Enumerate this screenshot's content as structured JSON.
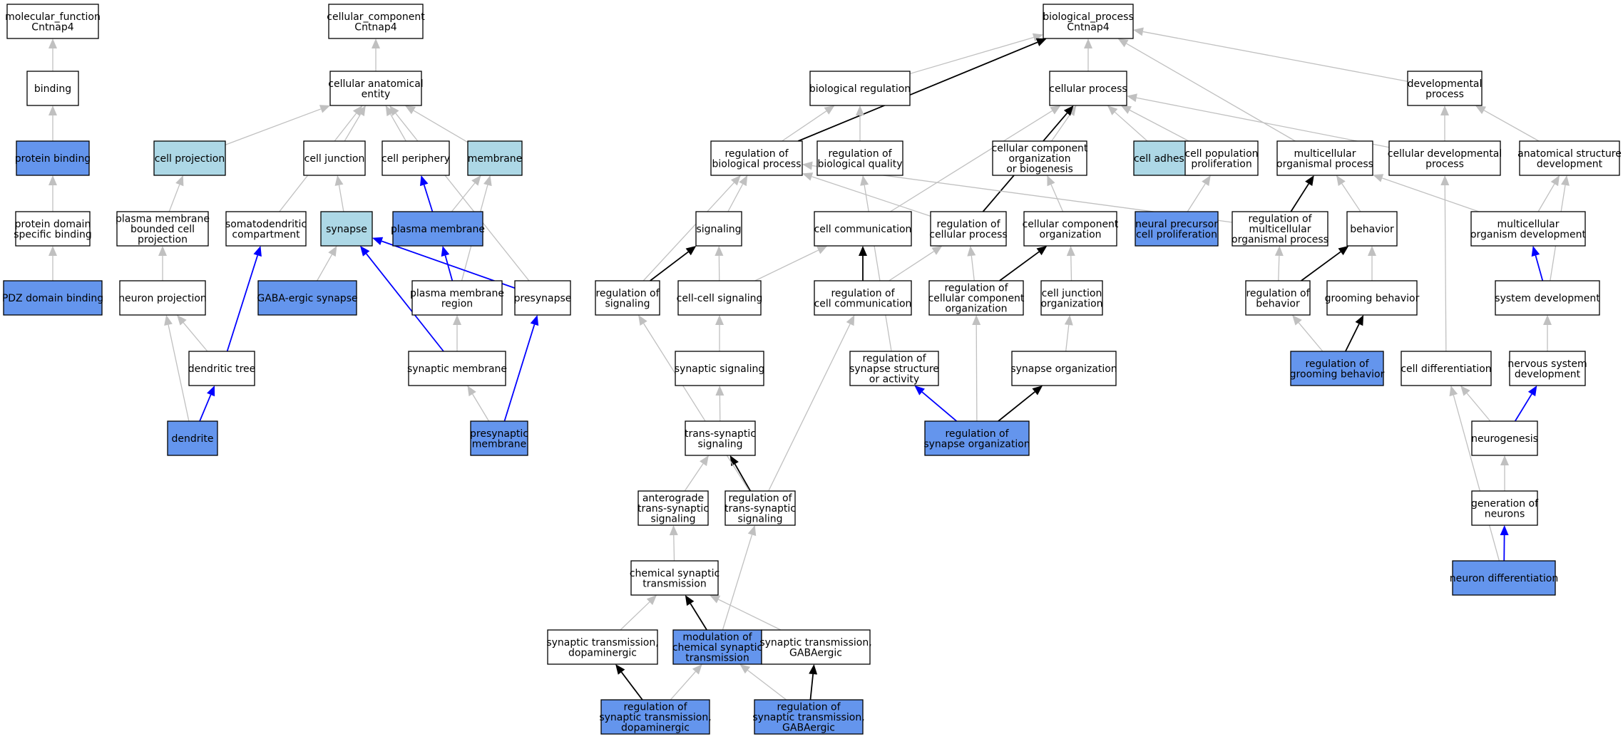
{
  "colors": {
    "default": "#ffffff",
    "annotated": "#6495ed",
    "related": "#add8e6",
    "edge_is_a": "#c0c0c0",
    "edge_part_of": "#0000ff",
    "edge_regulates": "#000000"
  },
  "nodes": [
    {
      "id": "mf",
      "lines": [
        "molecular_function",
        "Cntnap4"
      ],
      "kind": "default"
    },
    {
      "id": "binding",
      "lines": [
        "binding"
      ],
      "kind": "default"
    },
    {
      "id": "protein_binding",
      "lines": [
        "protein binding"
      ],
      "kind": "annotated"
    },
    {
      "id": "protein_domain_binding",
      "lines": [
        "protein domain",
        "specific binding"
      ],
      "kind": "default"
    },
    {
      "id": "pdz_binding",
      "lines": [
        "PDZ domain binding"
      ],
      "kind": "annotated"
    },
    {
      "id": "cc",
      "lines": [
        "cellular_component",
        "Cntnap4"
      ],
      "kind": "default"
    },
    {
      "id": "cae",
      "lines": [
        "cellular anatomical",
        "entity"
      ],
      "kind": "default"
    },
    {
      "id": "cell_projection",
      "lines": [
        "cell projection"
      ],
      "kind": "related"
    },
    {
      "id": "cell_junction",
      "lines": [
        "cell junction"
      ],
      "kind": "default"
    },
    {
      "id": "cell_periphery",
      "lines": [
        "cell periphery"
      ],
      "kind": "default"
    },
    {
      "id": "membrane",
      "lines": [
        "membrane"
      ],
      "kind": "related"
    },
    {
      "id": "pm_bounded",
      "lines": [
        "plasma membrane",
        "bounded cell",
        "projection"
      ],
      "kind": "default"
    },
    {
      "id": "somatodendritic",
      "lines": [
        "somatodendritic",
        "compartment"
      ],
      "kind": "default"
    },
    {
      "id": "synapse",
      "lines": [
        "synapse"
      ],
      "kind": "related"
    },
    {
      "id": "plasma_membrane",
      "lines": [
        "plasma membrane"
      ],
      "kind": "annotated"
    },
    {
      "id": "neuron_projection",
      "lines": [
        "neuron projection"
      ],
      "kind": "default"
    },
    {
      "id": "gaba_synapse",
      "lines": [
        "GABA-ergic synapse"
      ],
      "kind": "annotated"
    },
    {
      "id": "pm_region",
      "lines": [
        "plasma membrane",
        "region"
      ],
      "kind": "default"
    },
    {
      "id": "presynapse",
      "lines": [
        "presynapse"
      ],
      "kind": "default"
    },
    {
      "id": "dendritic_tree",
      "lines": [
        "dendritic tree"
      ],
      "kind": "default"
    },
    {
      "id": "synaptic_membrane",
      "lines": [
        "synaptic membrane"
      ],
      "kind": "default"
    },
    {
      "id": "dendrite",
      "lines": [
        "dendrite"
      ],
      "kind": "annotated"
    },
    {
      "id": "presyn_membrane",
      "lines": [
        "presynaptic",
        "membrane"
      ],
      "kind": "annotated"
    },
    {
      "id": "bp",
      "lines": [
        "biological_process",
        "Cntnap4"
      ],
      "kind": "default"
    },
    {
      "id": "bio_reg",
      "lines": [
        "biological regulation"
      ],
      "kind": "default"
    },
    {
      "id": "cell_process",
      "lines": [
        "cellular process"
      ],
      "kind": "default"
    },
    {
      "id": "dev_process",
      "lines": [
        "developmental",
        "process"
      ],
      "kind": "default"
    },
    {
      "id": "reg_bio_process",
      "lines": [
        "regulation of",
        "biological process"
      ],
      "kind": "default"
    },
    {
      "id": "reg_bio_quality",
      "lines": [
        "regulation of",
        "biological quality"
      ],
      "kind": "default"
    },
    {
      "id": "cc_org_bio",
      "lines": [
        "cellular component",
        "organization",
        "or biogenesis"
      ],
      "kind": "default"
    },
    {
      "id": "cell_adhesion",
      "lines": [
        "cell adhesion"
      ],
      "kind": "related"
    },
    {
      "id": "cell_pop_prolif",
      "lines": [
        "cell population",
        "proliferation"
      ],
      "kind": "default"
    },
    {
      "id": "multicell_process",
      "lines": [
        "multicellular",
        "organismal process"
      ],
      "kind": "default"
    },
    {
      "id": "cell_dev_process",
      "lines": [
        "cellular developmental",
        "process"
      ],
      "kind": "default"
    },
    {
      "id": "anat_struct_dev",
      "lines": [
        "anatomical structure",
        "development"
      ],
      "kind": "default"
    },
    {
      "id": "signaling",
      "lines": [
        "signaling"
      ],
      "kind": "default"
    },
    {
      "id": "cell_comm",
      "lines": [
        "cell communication"
      ],
      "kind": "default"
    },
    {
      "id": "reg_cell_process",
      "lines": [
        "regulation of",
        "cellular process"
      ],
      "kind": "default"
    },
    {
      "id": "cc_org",
      "lines": [
        "cellular component",
        "organization"
      ],
      "kind": "default"
    },
    {
      "id": "neural_prec_prolif",
      "lines": [
        "neural precursor",
        "cell proliferation"
      ],
      "kind": "annotated"
    },
    {
      "id": "reg_multicell",
      "lines": [
        "regulation of",
        "multicellular",
        "organismal process"
      ],
      "kind": "default"
    },
    {
      "id": "behavior",
      "lines": [
        "behavior"
      ],
      "kind": "default"
    },
    {
      "id": "multicell_org_dev",
      "lines": [
        "multicellular",
        "organism development"
      ],
      "kind": "default"
    },
    {
      "id": "reg_signaling",
      "lines": [
        "regulation of",
        "signaling"
      ],
      "kind": "default"
    },
    {
      "id": "cell_cell_signaling",
      "lines": [
        "cell-cell signaling"
      ],
      "kind": "default"
    },
    {
      "id": "reg_cell_comm",
      "lines": [
        "regulation of",
        "cell communication"
      ],
      "kind": "default"
    },
    {
      "id": "reg_cc_org",
      "lines": [
        "regulation of",
        "cellular component",
        "organization"
      ],
      "kind": "default"
    },
    {
      "id": "cell_junction_org",
      "lines": [
        "cell junction",
        "organization"
      ],
      "kind": "default"
    },
    {
      "id": "reg_behavior",
      "lines": [
        "regulation of",
        "behavior"
      ],
      "kind": "default"
    },
    {
      "id": "grooming",
      "lines": [
        "grooming behavior"
      ],
      "kind": "default"
    },
    {
      "id": "system_dev",
      "lines": [
        "system development"
      ],
      "kind": "default"
    },
    {
      "id": "synaptic_signaling",
      "lines": [
        "synaptic signaling"
      ],
      "kind": "default"
    },
    {
      "id": "reg_syn_struct",
      "lines": [
        "regulation of",
        "synapse structure",
        "or activity"
      ],
      "kind": "default"
    },
    {
      "id": "synapse_org",
      "lines": [
        "synapse organization"
      ],
      "kind": "default"
    },
    {
      "id": "reg_grooming",
      "lines": [
        "regulation of",
        "grooming behavior"
      ],
      "kind": "annotated"
    },
    {
      "id": "cell_diff",
      "lines": [
        "cell differentiation"
      ],
      "kind": "default"
    },
    {
      "id": "ns_dev",
      "lines": [
        "nervous system",
        "development"
      ],
      "kind": "default"
    },
    {
      "id": "trans_syn_signaling",
      "lines": [
        "trans-synaptic",
        "signaling"
      ],
      "kind": "default"
    },
    {
      "id": "reg_syn_org",
      "lines": [
        "regulation of",
        "synapse organization"
      ],
      "kind": "annotated"
    },
    {
      "id": "neurogenesis",
      "lines": [
        "neurogenesis"
      ],
      "kind": "default"
    },
    {
      "id": "antero",
      "lines": [
        "anterograde",
        "trans-synaptic",
        "signaling"
      ],
      "kind": "default"
    },
    {
      "id": "reg_trans_syn",
      "lines": [
        "regulation of",
        "trans-synaptic",
        "signaling"
      ],
      "kind": "default"
    },
    {
      "id": "gen_neurons",
      "lines": [
        "generation of",
        "neurons"
      ],
      "kind": "default"
    },
    {
      "id": "chem_syn",
      "lines": [
        "chemical synaptic",
        "transmission"
      ],
      "kind": "default"
    },
    {
      "id": "neuron_diff",
      "lines": [
        "neuron differentiation"
      ],
      "kind": "annotated"
    },
    {
      "id": "syn_dopa",
      "lines": [
        "synaptic transmission,",
        "dopaminergic"
      ],
      "kind": "default"
    },
    {
      "id": "mod_chem_syn",
      "lines": [
        "modulation of",
        "chemical synaptic",
        "transmission"
      ],
      "kind": "annotated"
    },
    {
      "id": "syn_gaba",
      "lines": [
        "synaptic transmission,",
        "GABAergic"
      ],
      "kind": "default"
    },
    {
      "id": "reg_syn_dopa",
      "lines": [
        "regulation of",
        "synaptic transmission,",
        "dopaminergic"
      ],
      "kind": "annotated"
    },
    {
      "id": "reg_syn_gaba",
      "lines": [
        "regulation of",
        "synaptic transmission,",
        "GABAergic"
      ],
      "kind": "annotated"
    }
  ],
  "edges": [
    {
      "from": "binding",
      "to": "mf",
      "type": "is_a"
    },
    {
      "from": "protein_binding",
      "to": "binding",
      "type": "is_a"
    },
    {
      "from": "protein_domain_binding",
      "to": "protein_binding",
      "type": "is_a"
    },
    {
      "from": "pdz_binding",
      "to": "protein_domain_binding",
      "type": "is_a"
    },
    {
      "from": "cae",
      "to": "cc",
      "type": "is_a"
    },
    {
      "from": "cell_projection",
      "to": "cae",
      "type": "is_a"
    },
    {
      "from": "cell_junction",
      "to": "cae",
      "type": "is_a"
    },
    {
      "from": "cell_periphery",
      "to": "cae",
      "type": "is_a"
    },
    {
      "from": "membrane",
      "to": "cae",
      "type": "is_a"
    },
    {
      "from": "somatodendritic",
      "to": "cae",
      "type": "is_a"
    },
    {
      "from": "presynapse",
      "to": "cae",
      "type": "is_a"
    },
    {
      "from": "pm_bounded",
      "to": "cell_projection",
      "type": "is_a"
    },
    {
      "from": "synapse",
      "to": "cell_junction",
      "type": "is_a"
    },
    {
      "from": "plasma_membrane",
      "to": "cell_periphery",
      "type": "part_of"
    },
    {
      "from": "plasma_membrane",
      "to": "membrane",
      "type": "is_a"
    },
    {
      "from": "pm_region",
      "to": "membrane",
      "type": "is_a"
    },
    {
      "from": "neuron_projection",
      "to": "pm_bounded",
      "type": "is_a"
    },
    {
      "from": "gaba_synapse",
      "to": "synapse",
      "type": "is_a"
    },
    {
      "from": "pm_region",
      "to": "plasma_membrane",
      "type": "part_of"
    },
    {
      "from": "presynapse",
      "to": "synapse",
      "type": "part_of"
    },
    {
      "from": "dendritic_tree",
      "to": "neuron_projection",
      "type": "is_a"
    },
    {
      "from": "dendritic_tree",
      "to": "somatodendritic",
      "type": "part_of"
    },
    {
      "from": "synaptic_membrane",
      "to": "pm_region",
      "type": "is_a"
    },
    {
      "from": "synaptic_membrane",
      "to": "synapse",
      "type": "part_of"
    },
    {
      "from": "dendrite",
      "to": "dendritic_tree",
      "type": "part_of"
    },
    {
      "from": "dendrite",
      "to": "neuron_projection",
      "type": "is_a"
    },
    {
      "from": "presyn_membrane",
      "to": "synaptic_membrane",
      "type": "is_a"
    },
    {
      "from": "presyn_membrane",
      "to": "presynapse",
      "type": "part_of"
    },
    {
      "from": "bio_reg",
      "to": "bp",
      "type": "is_a"
    },
    {
      "from": "cell_process",
      "to": "bp",
      "type": "is_a"
    },
    {
      "from": "dev_process",
      "to": "bp",
      "type": "is_a"
    },
    {
      "from": "multicell_process",
      "to": "bp",
      "type": "is_a"
    },
    {
      "from": "reg_bio_process",
      "to": "bp",
      "type": "regulates"
    },
    {
      "from": "reg_bio_process",
      "to": "bio_reg",
      "type": "is_a"
    },
    {
      "from": "reg_bio_quality",
      "to": "bio_reg",
      "type": "is_a"
    },
    {
      "from": "cc_org_bio",
      "to": "cell_process",
      "type": "is_a"
    },
    {
      "from": "cell_adhesion",
      "to": "cell_process",
      "type": "is_a"
    },
    {
      "from": "cell_pop_prolif",
      "to": "cell_process",
      "type": "is_a"
    },
    {
      "from": "cell_dev_process",
      "to": "cell_process",
      "type": "is_a"
    },
    {
      "from": "cell_comm",
      "to": "cell_process",
      "type": "is_a"
    },
    {
      "from": "reg_cell_process",
      "to": "cell_process",
      "type": "regulates"
    },
    {
      "from": "cell_dev_process",
      "to": "dev_process",
      "type": "is_a"
    },
    {
      "from": "anat_struct_dev",
      "to": "dev_process",
      "type": "is_a"
    },
    {
      "from": "signaling",
      "to": "reg_bio_process",
      "type": "is_a"
    },
    {
      "from": "reg_cell_process",
      "to": "reg_bio_process",
      "type": "is_a"
    },
    {
      "from": "reg_multicell",
      "to": "reg_bio_process",
      "type": "is_a"
    },
    {
      "from": "reg_signaling",
      "to": "reg_bio_process",
      "type": "is_a"
    },
    {
      "from": "reg_syn_struct",
      "to": "reg_bio_quality",
      "type": "is_a"
    },
    {
      "from": "cc_org",
      "to": "cc_org_bio",
      "type": "is_a"
    },
    {
      "from": "neural_prec_prolif",
      "to": "cell_pop_prolif",
      "type": "is_a"
    },
    {
      "from": "reg_multicell",
      "to": "multicell_process",
      "type": "regulates"
    },
    {
      "from": "behavior",
      "to": "multicell_process",
      "type": "is_a"
    },
    {
      "from": "multicell_org_dev",
      "to": "multicell_process",
      "type": "is_a"
    },
    {
      "from": "multicell_org_dev",
      "to": "anat_struct_dev",
      "type": "is_a"
    },
    {
      "from": "system_dev",
      "to": "anat_struct_dev",
      "type": "is_a"
    },
    {
      "from": "reg_signaling",
      "to": "signaling",
      "type": "regulates"
    },
    {
      "from": "cell_cell_signaling",
      "to": "signaling",
      "type": "is_a"
    },
    {
      "from": "cell_cell_signaling",
      "to": "cell_comm",
      "type": "is_a"
    },
    {
      "from": "reg_cell_comm",
      "to": "cell_comm",
      "type": "regulates"
    },
    {
      "from": "reg_cell_comm",
      "to": "reg_cell_process",
      "type": "is_a"
    },
    {
      "from": "reg_cc_org",
      "to": "reg_cell_process",
      "type": "is_a"
    },
    {
      "from": "reg_cc_org",
      "to": "cc_org",
      "type": "regulates"
    },
    {
      "from": "cell_junction_org",
      "to": "cc_org",
      "type": "is_a"
    },
    {
      "from": "reg_behavior",
      "to": "reg_multicell",
      "type": "is_a"
    },
    {
      "from": "reg_behavior",
      "to": "behavior",
      "type": "regulates"
    },
    {
      "from": "grooming",
      "to": "behavior",
      "type": "is_a"
    },
    {
      "from": "system_dev",
      "to": "multicell_org_dev",
      "type": "part_of"
    },
    {
      "from": "synaptic_signaling",
      "to": "cell_cell_signaling",
      "type": "is_a"
    },
    {
      "from": "reg_syn_org",
      "to": "reg_syn_struct",
      "type": "part_of"
    },
    {
      "from": "reg_syn_org",
      "to": "reg_cc_org",
      "type": "is_a"
    },
    {
      "from": "reg_syn_org",
      "to": "synapse_org",
      "type": "regulates"
    },
    {
      "from": "synapse_org",
      "to": "cell_junction_org",
      "type": "is_a"
    },
    {
      "from": "reg_grooming",
      "to": "reg_behavior",
      "type": "is_a"
    },
    {
      "from": "reg_grooming",
      "to": "grooming",
      "type": "regulates"
    },
    {
      "from": "ns_dev",
      "to": "system_dev",
      "type": "is_a"
    },
    {
      "from": "cell_diff",
      "to": "cell_dev_process",
      "type": "is_a"
    },
    {
      "from": "trans_syn_signaling",
      "to": "synaptic_signaling",
      "type": "is_a"
    },
    {
      "from": "neurogenesis",
      "to": "cell_diff",
      "type": "is_a"
    },
    {
      "from": "neurogenesis",
      "to": "ns_dev",
      "type": "part_of"
    },
    {
      "from": "antero",
      "to": "trans_syn_signaling",
      "type": "is_a"
    },
    {
      "from": "reg_trans_syn",
      "to": "trans_syn_signaling",
      "type": "regulates"
    },
    {
      "from": "reg_trans_syn",
      "to": "reg_signaling",
      "type": "is_a"
    },
    {
      "from": "reg_trans_syn",
      "to": "reg_cell_comm",
      "type": "is_a"
    },
    {
      "from": "gen_neurons",
      "to": "neurogenesis",
      "type": "is_a"
    },
    {
      "from": "chem_syn",
      "to": "antero",
      "type": "is_a"
    },
    {
      "from": "mod_chem_syn",
      "to": "reg_trans_syn",
      "type": "is_a"
    },
    {
      "from": "neuron_diff",
      "to": "gen_neurons",
      "type": "part_of"
    },
    {
      "from": "neuron_diff",
      "to": "cell_diff",
      "type": "is_a"
    },
    {
      "from": "syn_dopa",
      "to": "chem_syn",
      "type": "is_a"
    },
    {
      "from": "mod_chem_syn",
      "to": "chem_syn",
      "type": "regulates"
    },
    {
      "from": "syn_gaba",
      "to": "chem_syn",
      "type": "is_a"
    },
    {
      "from": "reg_syn_dopa",
      "to": "syn_dopa",
      "type": "regulates"
    },
    {
      "from": "reg_syn_dopa",
      "to": "mod_chem_syn",
      "type": "is_a"
    },
    {
      "from": "reg_syn_gaba",
      "to": "mod_chem_syn",
      "type": "is_a"
    },
    {
      "from": "reg_syn_gaba",
      "to": "syn_gaba",
      "type": "regulates"
    }
  ]
}
